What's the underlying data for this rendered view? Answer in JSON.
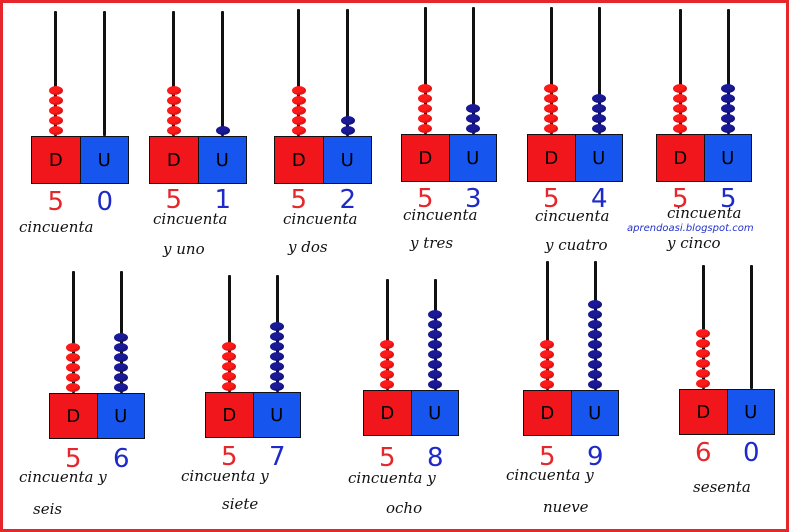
{
  "watermark": "aprendoasi.blogspot.com",
  "colors": {
    "frame": "#e5262b",
    "tens_bead": "#ff1a1a",
    "units_bead": "#1a1a99",
    "tens_box": "#f0161b",
    "units_box": "#1656ee",
    "tens_digit": "#e5262b",
    "units_digit": "#1e29c9"
  },
  "columns": {
    "tens_label": "D",
    "units_label": "U"
  },
  "numbers": [
    {
      "tens": 5,
      "units": 0,
      "tens_digit": "5",
      "units_digit": "0",
      "word1": "cincuenta",
      "word2": ""
    },
    {
      "tens": 5,
      "units": 1,
      "tens_digit": "5",
      "units_digit": "1",
      "word1": "cincuenta",
      "word2": "y uno"
    },
    {
      "tens": 5,
      "units": 2,
      "tens_digit": "5",
      "units_digit": "2",
      "word1": "cincuenta",
      "word2": "y dos"
    },
    {
      "tens": 5,
      "units": 3,
      "tens_digit": "5",
      "units_digit": "3",
      "word1": "cincuenta",
      "word2": "y tres"
    },
    {
      "tens": 5,
      "units": 4,
      "tens_digit": "5",
      "units_digit": "4",
      "word1": "cincuenta",
      "word2": "y cuatro"
    },
    {
      "tens": 5,
      "units": 5,
      "tens_digit": "5",
      "units_digit": "5",
      "word1": "cincuenta",
      "word2": "y cinco"
    },
    {
      "tens": 5,
      "units": 6,
      "tens_digit": "5",
      "units_digit": "6",
      "word1": "cincuenta y",
      "word2": "seis"
    },
    {
      "tens": 5,
      "units": 7,
      "tens_digit": "5",
      "units_digit": "7",
      "word1": "cincuenta y",
      "word2": "siete"
    },
    {
      "tens": 5,
      "units": 8,
      "tens_digit": "5",
      "units_digit": "8",
      "word1": "cincuenta y",
      "word2": "ocho"
    },
    {
      "tens": 5,
      "units": 9,
      "tens_digit": "5",
      "units_digit": "9",
      "word1": "cincuenta y",
      "word2": "nueve"
    },
    {
      "tens": 6,
      "units": 0,
      "tens_digit": "6",
      "units_digit": "0",
      "word1": "sesenta",
      "word2": ""
    }
  ]
}
